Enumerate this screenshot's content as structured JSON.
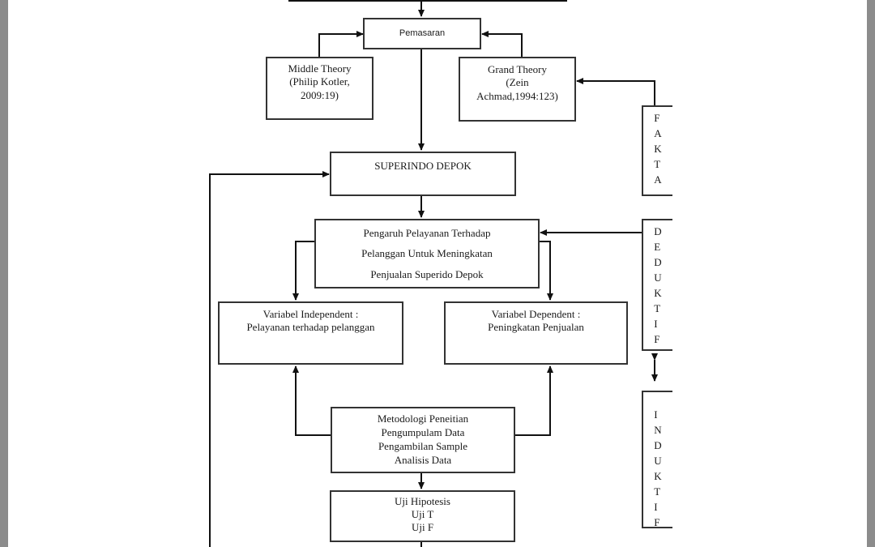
{
  "diagram": {
    "pemasaran": "Pemasaran",
    "middle_theory": [
      "Middle Theory",
      "(Philip Kotler,",
      "2009:19)"
    ],
    "grand_theory": [
      "Grand Theory",
      "(Zein",
      "Achmad,1994:123)"
    ],
    "superindo": "SUPERINDO DEPOK",
    "pengaruh": [
      "Pengaruh Pelayanan Terhadap",
      "Pelanggan Untuk Meningkatan",
      "Penjualan Superido Depok"
    ],
    "var_independent": [
      "Variabel Independent :",
      "Pelayanan terhadap pelanggan"
    ],
    "var_dependent": [
      "Variabel Dependent :",
      "Peningkatan Penjualan"
    ],
    "metodologi": [
      "Metodologi Peneitian",
      "Pengumpulam Data",
      "Pengambilan Sample",
      "Analisis Data"
    ],
    "uji": [
      "Uji Hipotesis",
      "Uji T",
      "Uji F"
    ],
    "fakta": "FAKTA",
    "deduktif": "DEDUKTIF",
    "induktif": "INDUKTIF"
  }
}
